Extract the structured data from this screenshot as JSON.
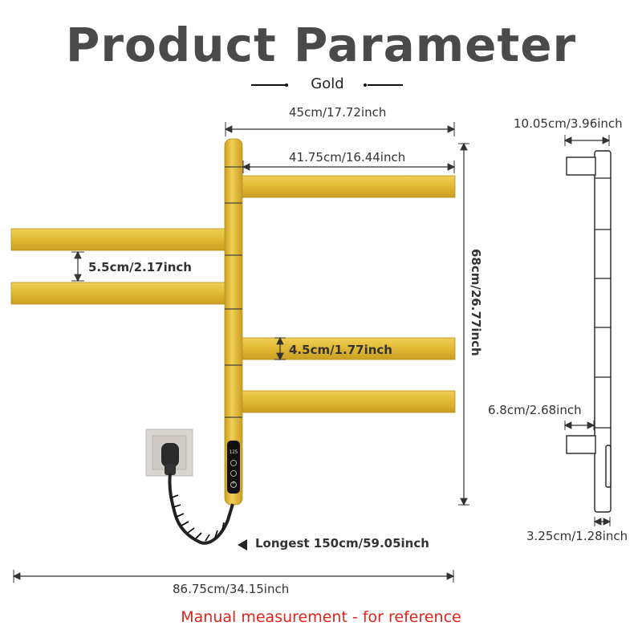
{
  "title": "Product Parameter",
  "color_name": "Gold",
  "dimensions": {
    "total_depth": "45cm/17.72inch",
    "arm_length": "41.75cm/16.44inch",
    "arm_gap": "5.5cm/2.17inch",
    "arm_height": "4.5cm/1.77inch",
    "total_height": "68cm/26.77inch",
    "total_width": "86.75cm/34.15inch",
    "cable_length": "Longest 150cm/59.05inch",
    "side_depth": "10.05cm/3.96inch",
    "side_arm": "6.8cm/2.68inch",
    "side_post": "3.25cm/1.28inch"
  },
  "controller": {
    "display": "125"
  },
  "footer_note": "Manual measurement - for reference",
  "colors": {
    "gold": "#e2bb36",
    "gold_dark": "#b8921e",
    "text": "#333333",
    "note": "#e3231d"
  }
}
